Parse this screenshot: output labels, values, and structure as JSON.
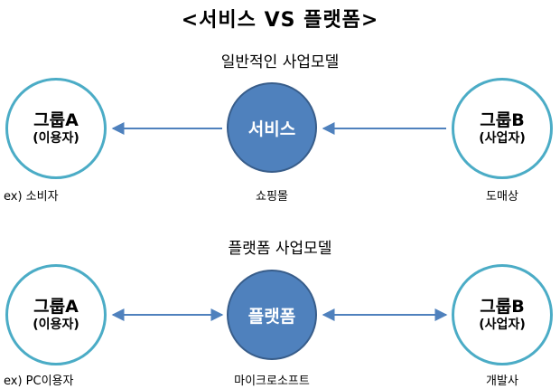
{
  "title": "<서비스 VS 플랫폼>",
  "service_model": {
    "section_title": "일반적인 사업모델",
    "left": {
      "name": "그룹A",
      "sub": "(이용자)"
    },
    "center": {
      "name": "서비스"
    },
    "right": {
      "name": "그룹B",
      "sub": "(사업자)"
    },
    "caption_left": "ex)  소비자",
    "caption_center": "쇼핑몰",
    "caption_right": "도매상"
  },
  "platform_model": {
    "section_title": "플랫폼 사업모델",
    "left": {
      "name": "그룹A",
      "sub": "(이용자)"
    },
    "center": {
      "name": "플랫폼"
    },
    "right": {
      "name": "그룹B",
      "sub": "(사업자)"
    },
    "caption_left": "ex)  PC이용자",
    "caption_center": "마이크로소프트",
    "caption_right": "개발사"
  },
  "colors": {
    "outline_circle": "#4bacc6",
    "filled_circle": "#4f81bd",
    "arrow": "#4f81bd"
  }
}
